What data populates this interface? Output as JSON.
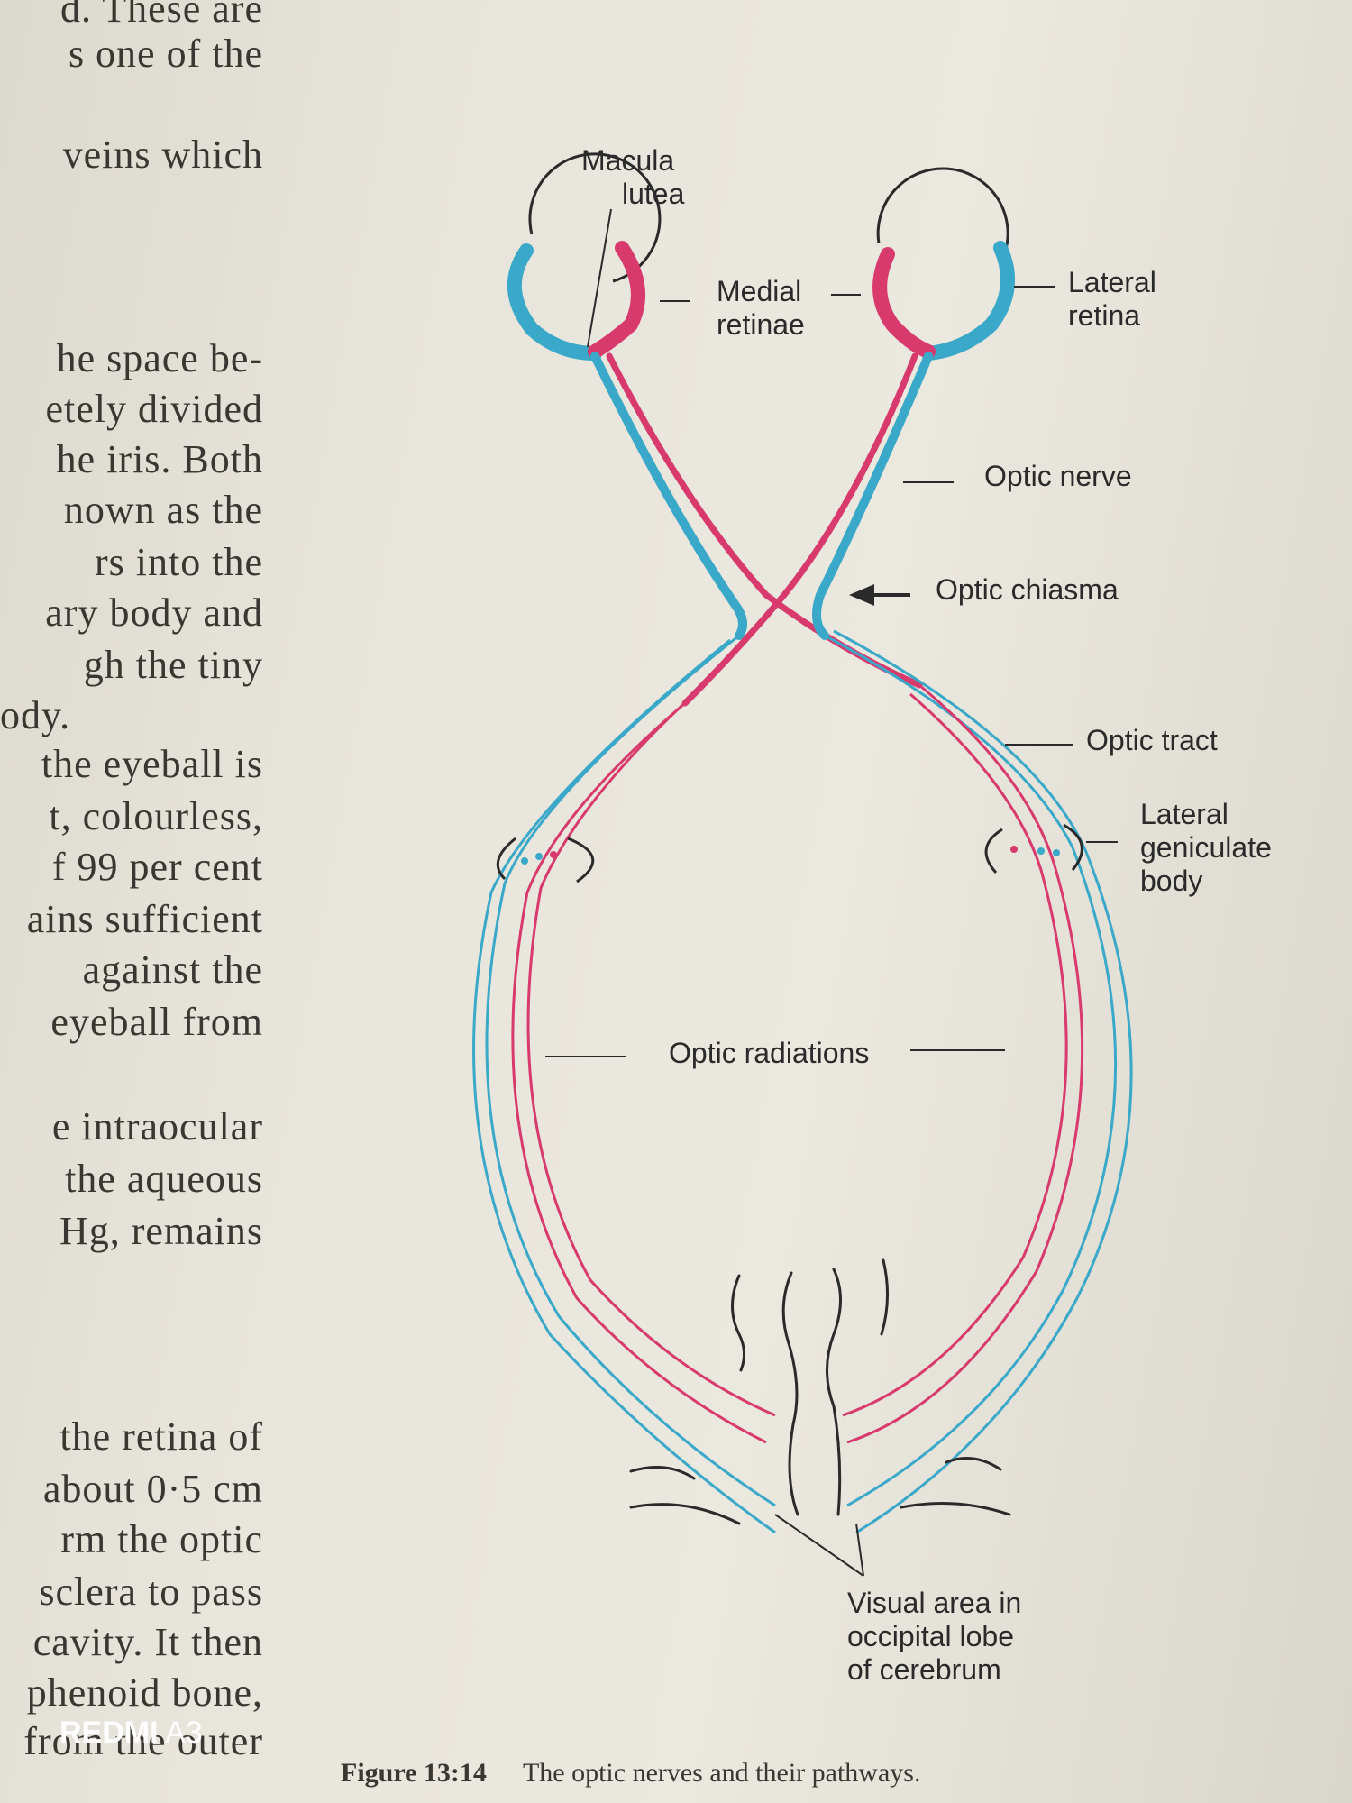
{
  "left_text": [
    "d. These are",
    "s one of the",
    "veins which",
    "he space be-",
    "etely divided",
    "he iris. Both",
    "nown as the",
    "rs into the",
    "ary body and",
    "gh the tiny",
    "ody.",
    "the eyeball is",
    "t, colourless,",
    "f 99 per cent",
    "ains sufficient",
    "against the",
    "eyeball from",
    "e intraocular",
    "the aqueous",
    "Hg, remains",
    "the retina of",
    "about 0·5 cm",
    "rm the optic",
    "sclera to pass",
    "cavity. It then",
    "phenoid bone,",
    "from the outer"
  ],
  "diagram": {
    "labels": {
      "macula_lutea": [
        "Macula",
        "lutea"
      ],
      "medial_retinae": [
        "Medial",
        "retinae"
      ],
      "lateral_retina": [
        "Lateral",
        "retina"
      ],
      "optic_nerve": "Optic nerve",
      "optic_chiasma": "Optic chiasma",
      "optic_tract": "Optic tract",
      "lateral_geniculate_body": [
        "Lateral",
        "geniculate",
        "body"
      ],
      "optic_radiations": "Optic radiations",
      "visual_area": [
        "Visual area in",
        "occipital lobe",
        "of cerebrum"
      ]
    },
    "colors": {
      "lateral_fibres": "#3aa8c8",
      "medial_fibres": "#d83a6e",
      "outline": "#2a2a2a"
    }
  },
  "caption": {
    "figure_number": "Figure 13:14",
    "text": "The optic nerves and their pathways."
  },
  "watermark": {
    "brand": "REDMI",
    "model": "A3"
  }
}
